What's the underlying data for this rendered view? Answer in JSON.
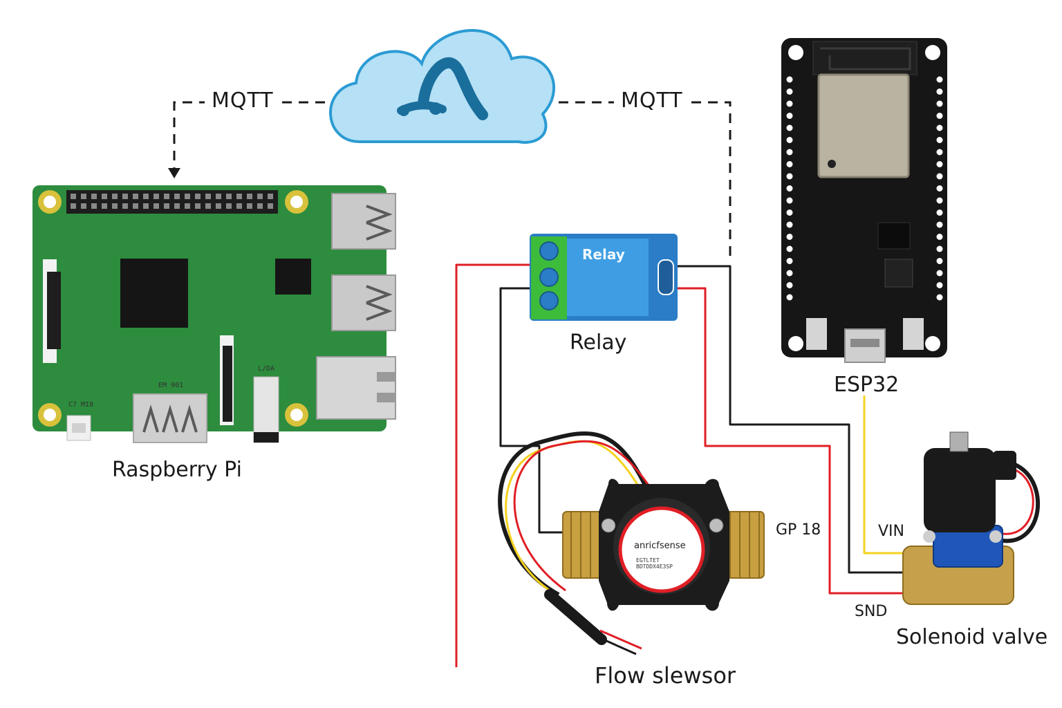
{
  "connections": {
    "left_protocol": "MQTT",
    "right_protocol": "MQTT"
  },
  "cloud": {
    "icon": "cloud-broker-logo-icon"
  },
  "raspberry_pi": {
    "label": "Raspberry Pi",
    "silk": {
      "hdmi": "EM 901",
      "power": "C7 MI8",
      "audio": "L/DA"
    }
  },
  "relay": {
    "label": "Relay",
    "board_text": "Relay"
  },
  "esp32": {
    "label": "ESP32"
  },
  "flow_sensor": {
    "label": "Flow slewsor",
    "brand": "anricfsense",
    "fine_print": "EGTLTET\nBDTDDX4E3SP"
  },
  "solenoid_valve": {
    "label": "Solenoid valve"
  },
  "pins": {
    "gp18": "GP 18",
    "vin": "VIN",
    "gnd": "SND"
  },
  "wire_colors": {
    "red": "#e01e25",
    "black": "#1a1a1a",
    "yellow": "#f4d21f"
  }
}
